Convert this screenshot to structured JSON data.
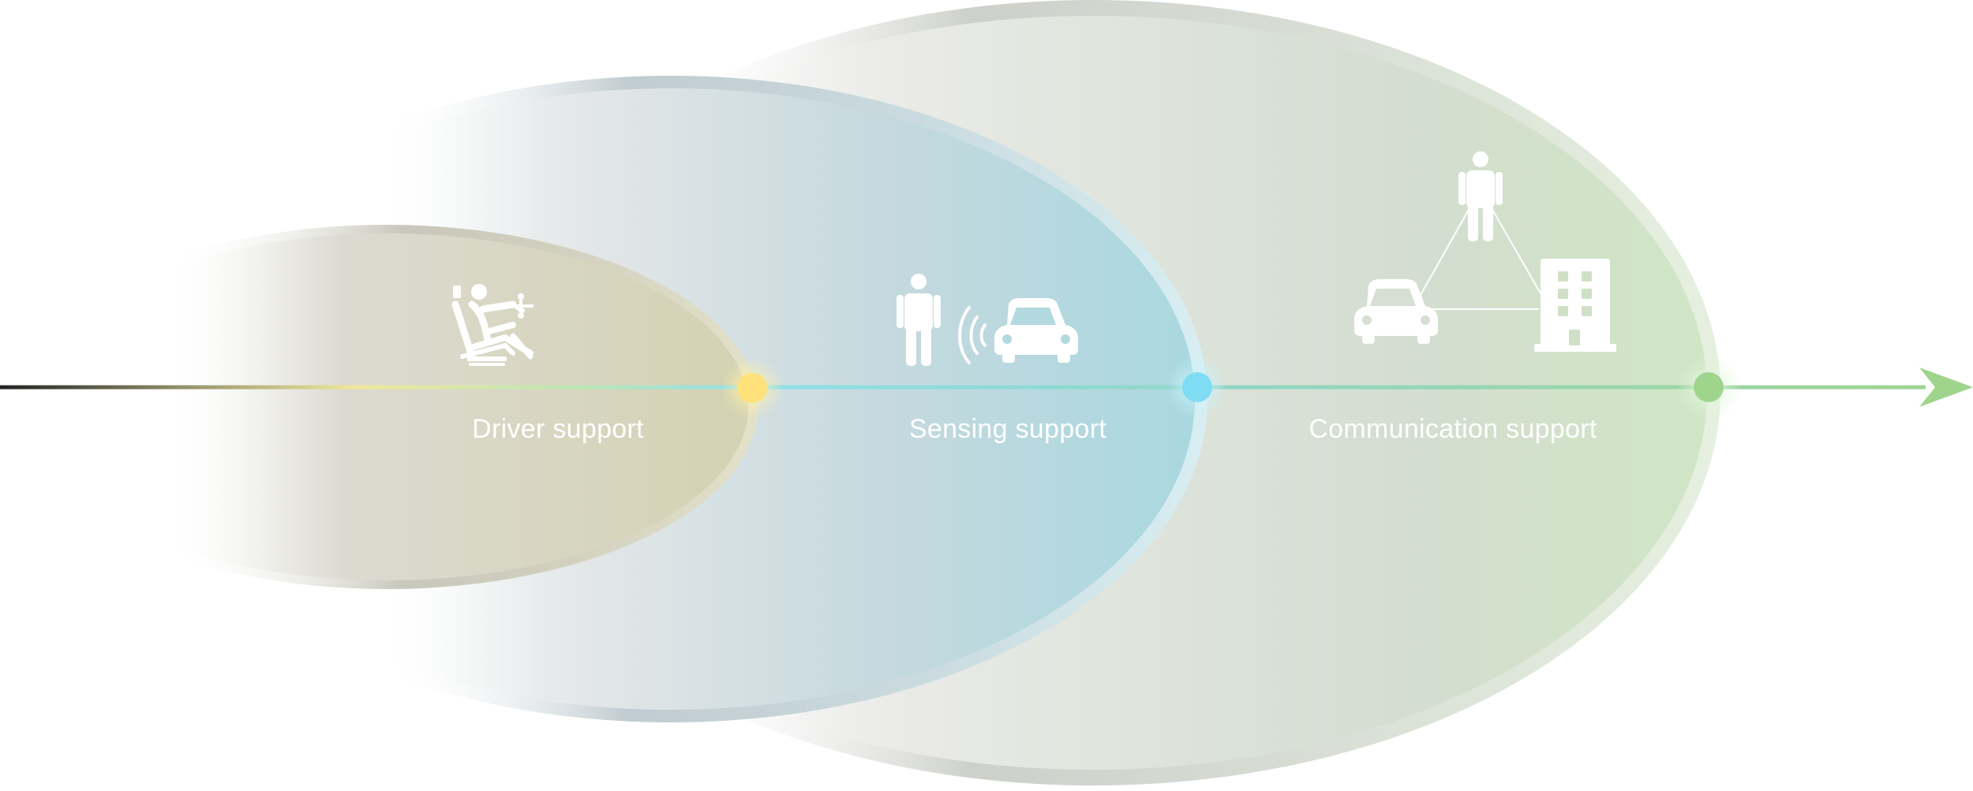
{
  "stages": [
    {
      "id": "driver",
      "label": "Driver support",
      "icon": "driver-seat-icon"
    },
    {
      "id": "sensing",
      "label": "Sensing support",
      "icon": "person-signal-car-icon"
    },
    {
      "id": "communication",
      "label": "Communication support",
      "icon": "car-person-building-network-icon"
    }
  ],
  "colors": {
    "driver_fill": "#d3d2b2",
    "sensing_fill": "#a8d8e0",
    "communication_fill": "#cfe6c4",
    "driver_dot": "#ffe27a",
    "sensing_dot": "#7fdcf3",
    "communication_dot": "#9fd48d",
    "arrow": "#9fd48d",
    "icon": "#ffffff"
  }
}
